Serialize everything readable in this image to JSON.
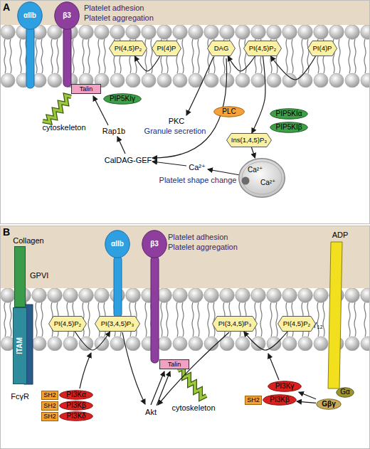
{
  "diagram": {
    "nodes": [
      {
        "text": [
          "αIIb"
        ]
      },
      {
        "text": [
          "β3"
        ]
      },
      {
        "text": [
          "PI(4,5)P₂"
        ]
      },
      {
        "text": [
          "PI(4)P"
        ]
      },
      {
        "text": [
          "DAG"
        ]
      },
      {
        "text": [
          "PI(4,5)P₂"
        ]
      },
      {
        "text": [
          "PI(4)P"
        ]
      },
      {
        "text": [
          "Talin"
        ]
      },
      {
        "text": [
          "PIP5KIγ"
        ]
      },
      {
        "text": [
          "PLC"
        ]
      },
      {
        "text": [
          "PIP5KIα"
        ]
      },
      {
        "text": [
          "PIP5KIβ"
        ]
      },
      {
        "text": [
          "Ins(1,4,5)P₃"
        ]
      },
      {
        "text": [
          "Ca²⁺",
          "Ca²⁺"
        ]
      },
      {
        "text": [
          "GPVI"
        ]
      },
      {
        "text": [
          "αIIb"
        ]
      },
      {
        "text": [
          "β3"
        ]
      },
      {
        "text": [
          "P2Y₁₂"
        ]
      },
      {
        "text": [
          "PI(4,5)P₂"
        ]
      },
      {
        "text": [
          "PI(3,4,5)P₃"
        ]
      },
      {
        "text": [
          "PI(3,4,5)P₃"
        ]
      },
      {
        "text": [
          "PI(4,5)P₂"
        ]
      },
      {
        "text": [
          "ITAM"
        ]
      },
      {
        "text": [
          "Talin"
        ]
      },
      {
        "text": [
          "PI3Kγ"
        ]
      },
      {
        "text": [
          "Gα"
        ]
      },
      {
        "text": [
          "SH2"
        ]
      },
      {
        "text": [
          "PI3Kβ"
        ]
      },
      {
        "text": [
          "Gβγ"
        ]
      },
      {
        "text": [
          "SH2"
        ]
      },
      {
        "text": [
          "PI3Kα"
        ]
      },
      {
        "text": [
          "SH2"
        ]
      },
      {
        "text": [
          "PI3Kβ"
        ]
      },
      {
        "text": [
          "SH2"
        ]
      },
      {
        "text": [
          "PI3Kδ"
        ]
      }
    ],
    "edges": [
      {
        "from": 3,
        "to": 2,
        "arrow": "to"
      },
      {
        "from": 6,
        "to": 5,
        "arrow": "to"
      },
      {
        "from": 5,
        "to": 4,
        "arrow": "to"
      },
      {
        "from": 5,
        "to": 12,
        "arrow": "to"
      },
      {
        "from": 12,
        "to": 13,
        "arrow": "to"
      },
      {
        "from": 18,
        "to": 19,
        "arrow": "to"
      },
      {
        "from": 21,
        "to": 20,
        "arrow": "to"
      },
      {
        "from": 28,
        "to": 24,
        "arrow": "to"
      },
      {
        "from": 28,
        "to": 27,
        "arrow": "to"
      }
    ],
    "labels": [
      "A",
      "Platelet adhesion",
      "Platelet aggregation",
      "cytoskeleton",
      "Rap1b",
      "PKC",
      "Granule secretion",
      "CalDAG-GEF",
      "Ca²⁺",
      "Platelet shape change",
      "B",
      "Collagen",
      "Platelet adhesion",
      "Platelet aggregation",
      "ADP",
      "FcγR",
      "Akt",
      "cytoskeleton"
    ]
  }
}
